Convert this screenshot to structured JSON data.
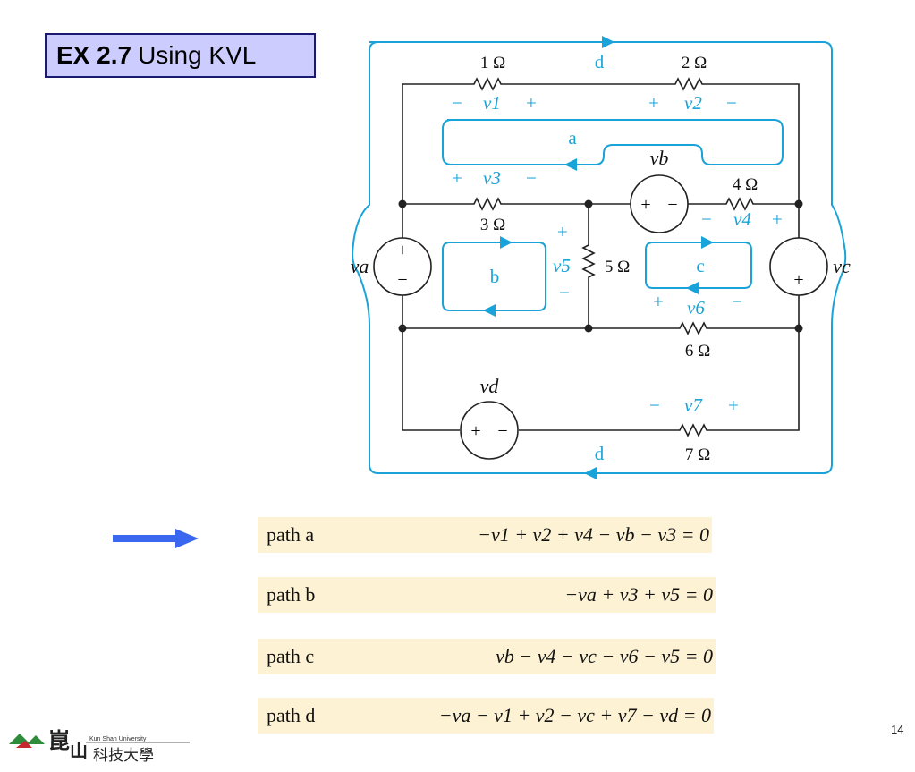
{
  "title": {
    "bold": "EX 2.7",
    "rest": "Using KVL"
  },
  "circuit": {
    "resistors": {
      "r1": "1 Ω",
      "r2": "2 Ω",
      "r3": "3 Ω",
      "r4": "4 Ω",
      "r5": "5 Ω",
      "r6": "6 Ω",
      "r7": "7 Ω"
    },
    "voltage_labels": {
      "v1": "v1",
      "v2": "v2",
      "v3": "v3",
      "v4": "v4",
      "v5": "v5",
      "v6": "v6",
      "v7": "v7"
    },
    "sources": {
      "va": "va",
      "vb": "vb",
      "vc": "vc",
      "vd": "vd"
    },
    "paths": {
      "a": "a",
      "b": "b",
      "c": "c",
      "d_top": "d",
      "d_bottom": "d"
    },
    "colors": {
      "wire": "#222222",
      "loop": "#1aa3d9"
    }
  },
  "equations": [
    {
      "label": "path a",
      "expr": "−v1 + v2 + v4 − vb − v3 = 0"
    },
    {
      "label": "path b",
      "expr": "−va + v3 + v5 = 0"
    },
    {
      "label": "path c",
      "expr": "vb − v4 − vc − v6 − v5 = 0"
    },
    {
      "label": "path d",
      "expr": "−va − v1 + v2 − vc + v7 − vd = 0"
    }
  ],
  "page_number": "14",
  "logo": {
    "text": "Kun Shan University"
  }
}
